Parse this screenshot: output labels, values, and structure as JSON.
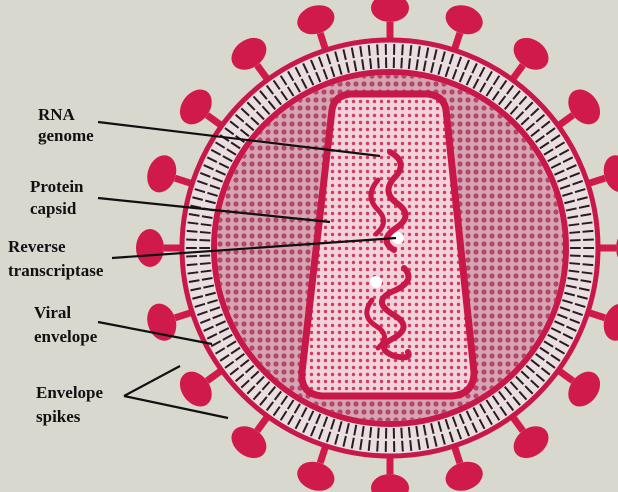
{
  "diagram": {
    "labels": {
      "rna_genome": [
        "RNA",
        "genome"
      ],
      "protein_capsid": [
        "Protein",
        "capsid"
      ],
      "reverse_transcriptase": [
        "Reverse",
        "transcriptase"
      ],
      "viral_envelope": [
        "Viral",
        "envelope"
      ],
      "envelope_spikes": [
        "Envelope",
        "spikes"
      ]
    },
    "colors": {
      "background": "#d9d8cf",
      "envelope_red": "#c8184a",
      "spike_red": "#d01a4c",
      "lipid_dark": "#2a1a22",
      "matrix_fill": "#c98a9e",
      "capsid_fill": "#f0c8d3",
      "dot_red": "#c41e4c",
      "label_text": "#111111"
    }
  }
}
